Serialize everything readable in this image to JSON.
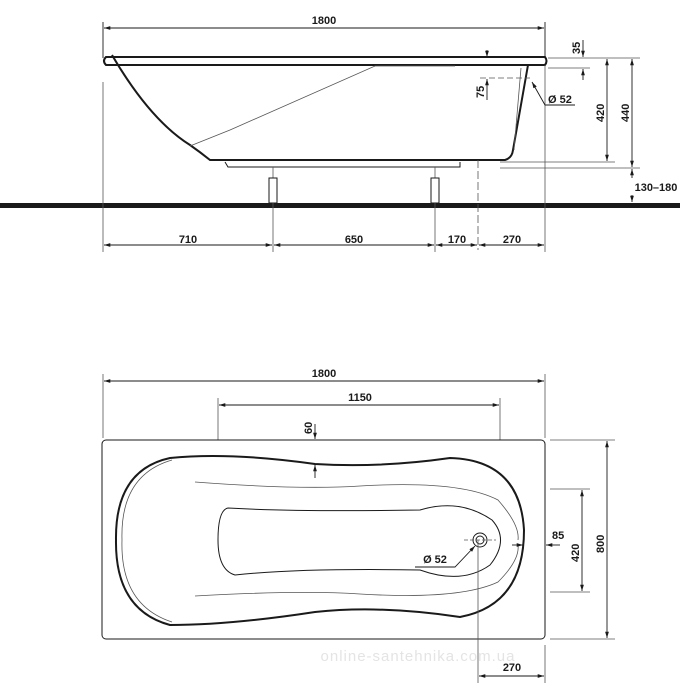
{
  "side_view": {
    "overall_length": "1800",
    "rim_thickness": "35",
    "overflow_offset": "75",
    "overflow_diameter": "Ø 52",
    "inner_depth": "420",
    "outer_height": "440",
    "leg_height": "130–180",
    "segments": [
      "710",
      "650",
      "170",
      "270"
    ]
  },
  "top_view": {
    "overall_length": "1800",
    "inner_span": "1150",
    "rim_width": "60",
    "drain_diameter": "Ø 52",
    "drain_end_offset": "85",
    "inner_width": "420",
    "overall_width": "800",
    "drain_distance": "270"
  },
  "watermark": "online-santehnika.com.ua",
  "colors": {
    "line": "#1a1a1a",
    "watermark": "#e4e4e4"
  }
}
